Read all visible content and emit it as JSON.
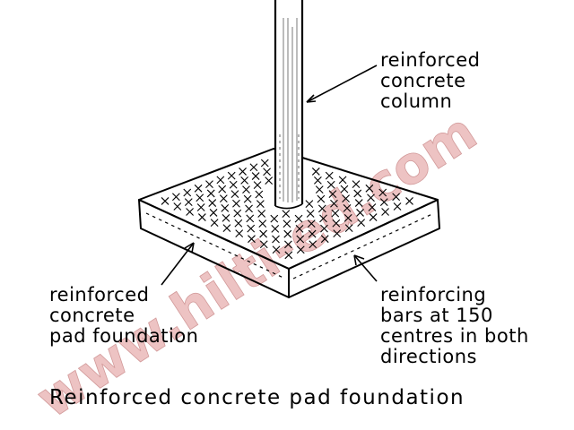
{
  "labels": {
    "column": [
      "reinforced",
      "concrete",
      "column"
    ],
    "pad": [
      "reinforced",
      "concrete",
      "pad foundation"
    ],
    "bars": [
      "reinforcing",
      "bars at 150",
      "centres in both",
      "directions"
    ]
  },
  "caption": "Reinforced concrete pad foundation",
  "watermark": "www.hilti-ed.com",
  "colors": {
    "ink": "#000000",
    "watermark": "#e8b4b4",
    "background": "#ffffff"
  }
}
